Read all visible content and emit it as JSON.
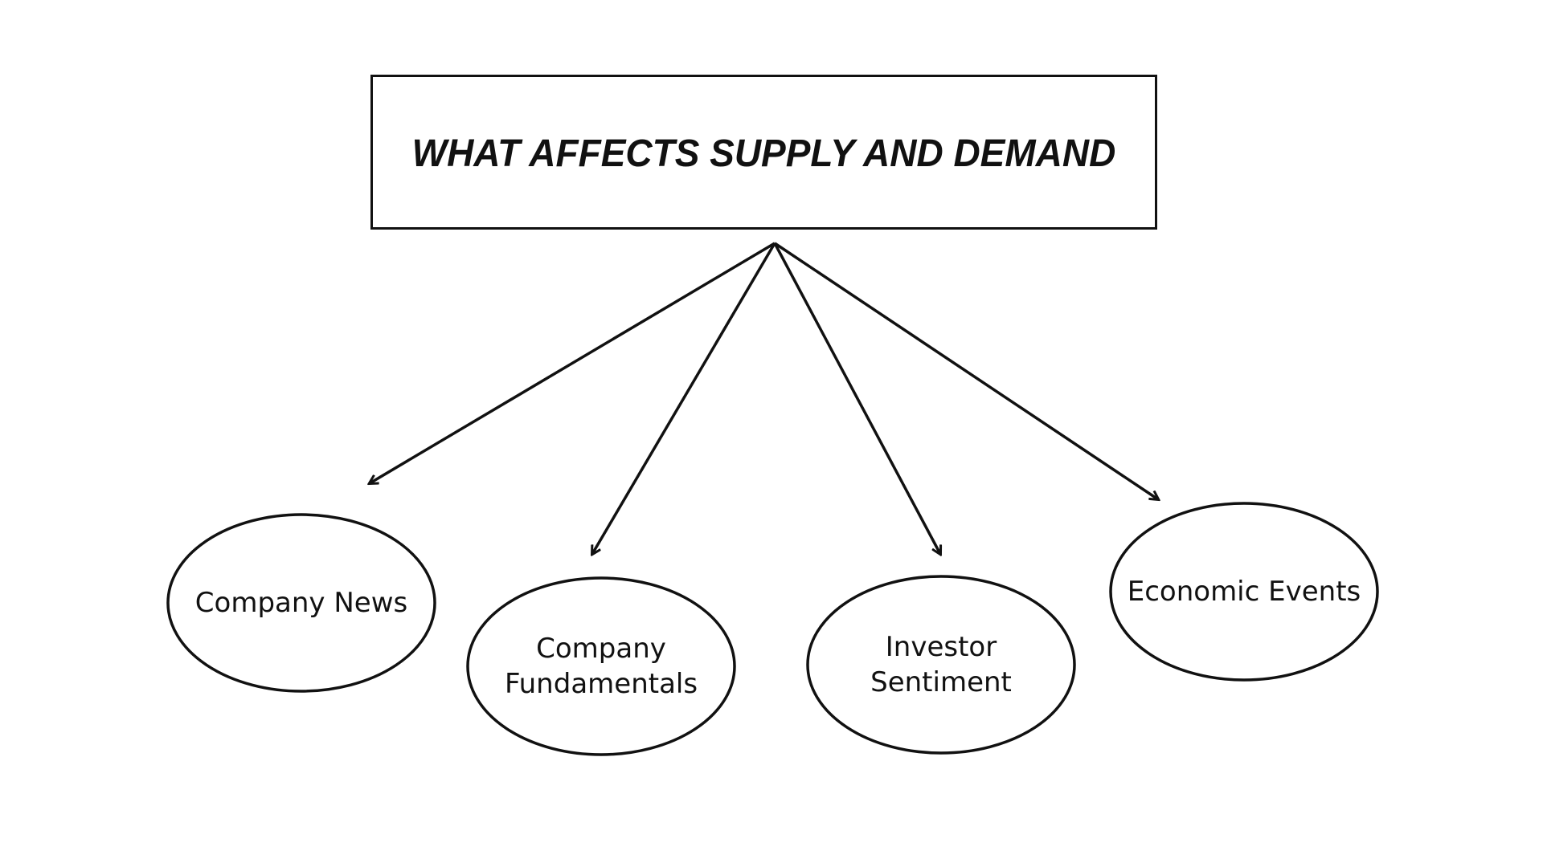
{
  "title": "WHAT AFFECTS SUPPLY AND DEMAND",
  "nodes": [
    {
      "label": "Company News"
    },
    {
      "label": "Company\nFundamentals"
    },
    {
      "label": "Investor\nSentiment"
    },
    {
      "label": "Economic Events"
    }
  ],
  "colors": {
    "stroke": "#111111",
    "background": "#ffffff"
  }
}
